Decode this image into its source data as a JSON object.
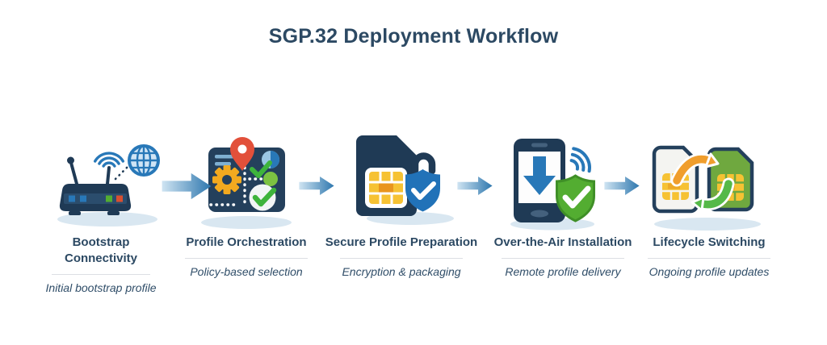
{
  "title": "SGP.32 Deployment Workflow",
  "palette": {
    "navy": "#1f3a55",
    "blue": "#2878b8",
    "gold": "#f6c233",
    "dark_gold": "#e9951e",
    "orange": "#f09e2d",
    "red": "#e2503a",
    "green": "#53ad31",
    "lime": "#7cc242",
    "light_blue": "#cfe4f5",
    "shadow": "#d9e7f1",
    "divider": "#dcdfe4",
    "arrow_gradient_start": "#cfe4f2",
    "arrow_gradient_end": "#2e77ae"
  },
  "steps": [
    {
      "title": "Bootstrap\nConnectivity",
      "subtitle": "Initial bootstrap profile",
      "icon": "router-globe-icon"
    },
    {
      "title": "Profile Orchestration",
      "subtitle": "Policy-based selection",
      "icon": "policy-map-icon"
    },
    {
      "title": "Secure Profile Preparation",
      "subtitle": "Encryption & packaging",
      "icon": "sim-lock-shield-icon"
    },
    {
      "title": "Over-the-Air Installation",
      "subtitle": "Remote profile delivery",
      "icon": "phone-download-shield-icon"
    },
    {
      "title": "Lifecycle Switching",
      "subtitle": "Ongoing profile updates",
      "icon": "sim-swap-icon"
    }
  ],
  "connectors": {
    "count": 4,
    "direction": "right"
  }
}
